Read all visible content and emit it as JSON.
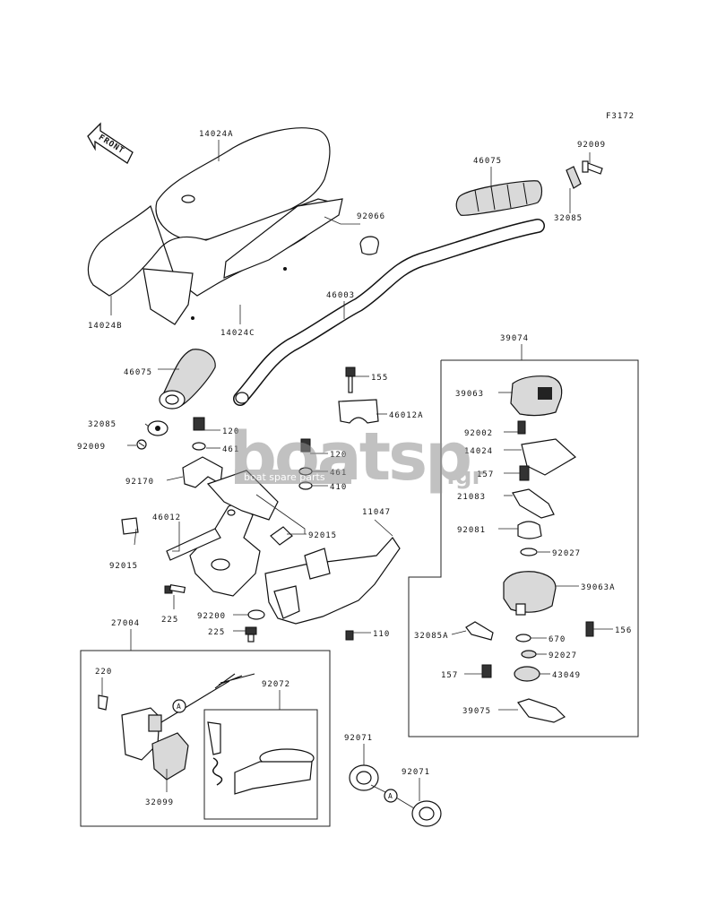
{
  "figure_code": "F3172",
  "front_arrow": "FRONT",
  "watermark": {
    "main": "boatsp",
    "suffix": ".gr",
    "tagline": "boat spare parts"
  },
  "part_labels": [
    "14024A",
    "14024B",
    "14024C",
    "92066",
    "46075",
    "92009",
    "32085",
    "46003",
    "46075",
    "32085",
    "92009",
    "120",
    "461",
    "120",
    "461",
    "410",
    "155",
    "46012A",
    "92170",
    "46012",
    "92015",
    "92015",
    "11047",
    "225",
    "92200",
    "225",
    "110",
    "39074",
    "39063",
    "92002",
    "14024",
    "157",
    "21083",
    "92081",
    "92027",
    "39063A",
    "32085A",
    "156",
    "670",
    "92027",
    "157",
    "43049",
    "39075",
    "27004",
    "220",
    "A",
    "92072",
    "32099",
    "92071",
    "A",
    "92071"
  ]
}
